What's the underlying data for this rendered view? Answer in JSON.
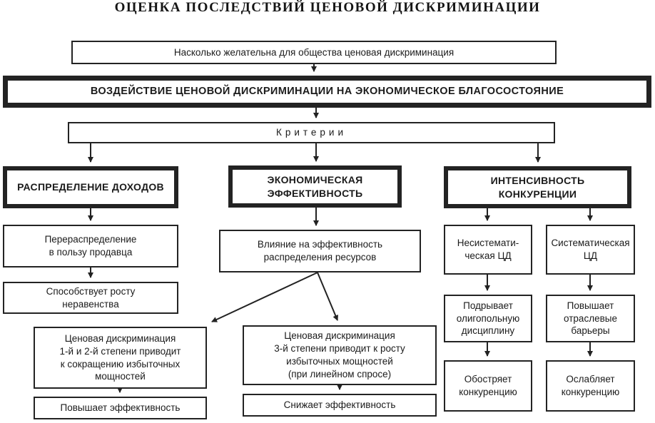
{
  "title": "ОЦЕНКА ПОСЛЕДСТВИЙ ЦЕНОВОЙ ДИСКРИМИНАЦИИ",
  "colors": {
    "line": "#222222",
    "background": "#ffffff",
    "text": "#1b1b1b"
  },
  "flow": {
    "question": "Насколько желательна для общества ценовая дискриминация",
    "impact": "ВОЗДЕЙСТВИЕ ЦЕНОВОЙ ДИСКРИМИНАЦИИ НА ЭКОНОМИЧЕСКОЕ БЛАГОСОСТОЯНИЕ",
    "criteria": "Критерии"
  },
  "branches": {
    "income_distribution": {
      "header": "РАСПРЕДЕЛЕНИЕ ДОХОДОВ",
      "effect": "Перераспределение\nв пользу продавца",
      "result": "Способствует росту\nнеравенства"
    },
    "economic_efficiency": {
      "header": "ЭКОНОМИЧЕСКАЯ\nЭФФЕКТИВНОСТЬ",
      "effect": "Влияние на эффективность\nраспределения ресурсов",
      "case1": "Ценовая дискриминация\n1-й и 2-й степени приводит\nк сокращению избыточных\nмощностей",
      "case1_result": "Повышает эффективность",
      "case2": "Ценовая дискриминация\n3-й степени приводит к росту\nизбыточных мощностей\n(при линейном спросе)",
      "case2_result": "Снижает эффективность"
    },
    "competition_intensity": {
      "header": "ИНТЕНСИВНОСТЬ\nКОНКУРЕНЦИИ",
      "nonsystematic": "Несистемати-\nческая ЦД",
      "systematic": "Систематическая\nЦД",
      "nonsystematic_effect": "Подрывает\nолигопольную\nдисциплину",
      "systematic_effect": "Повышает\nотраслевые\nбарьеры",
      "nonsystematic_result": "Обостряет\nконкуренцию",
      "systematic_result": "Ослабляет\nконкуренцию"
    }
  }
}
